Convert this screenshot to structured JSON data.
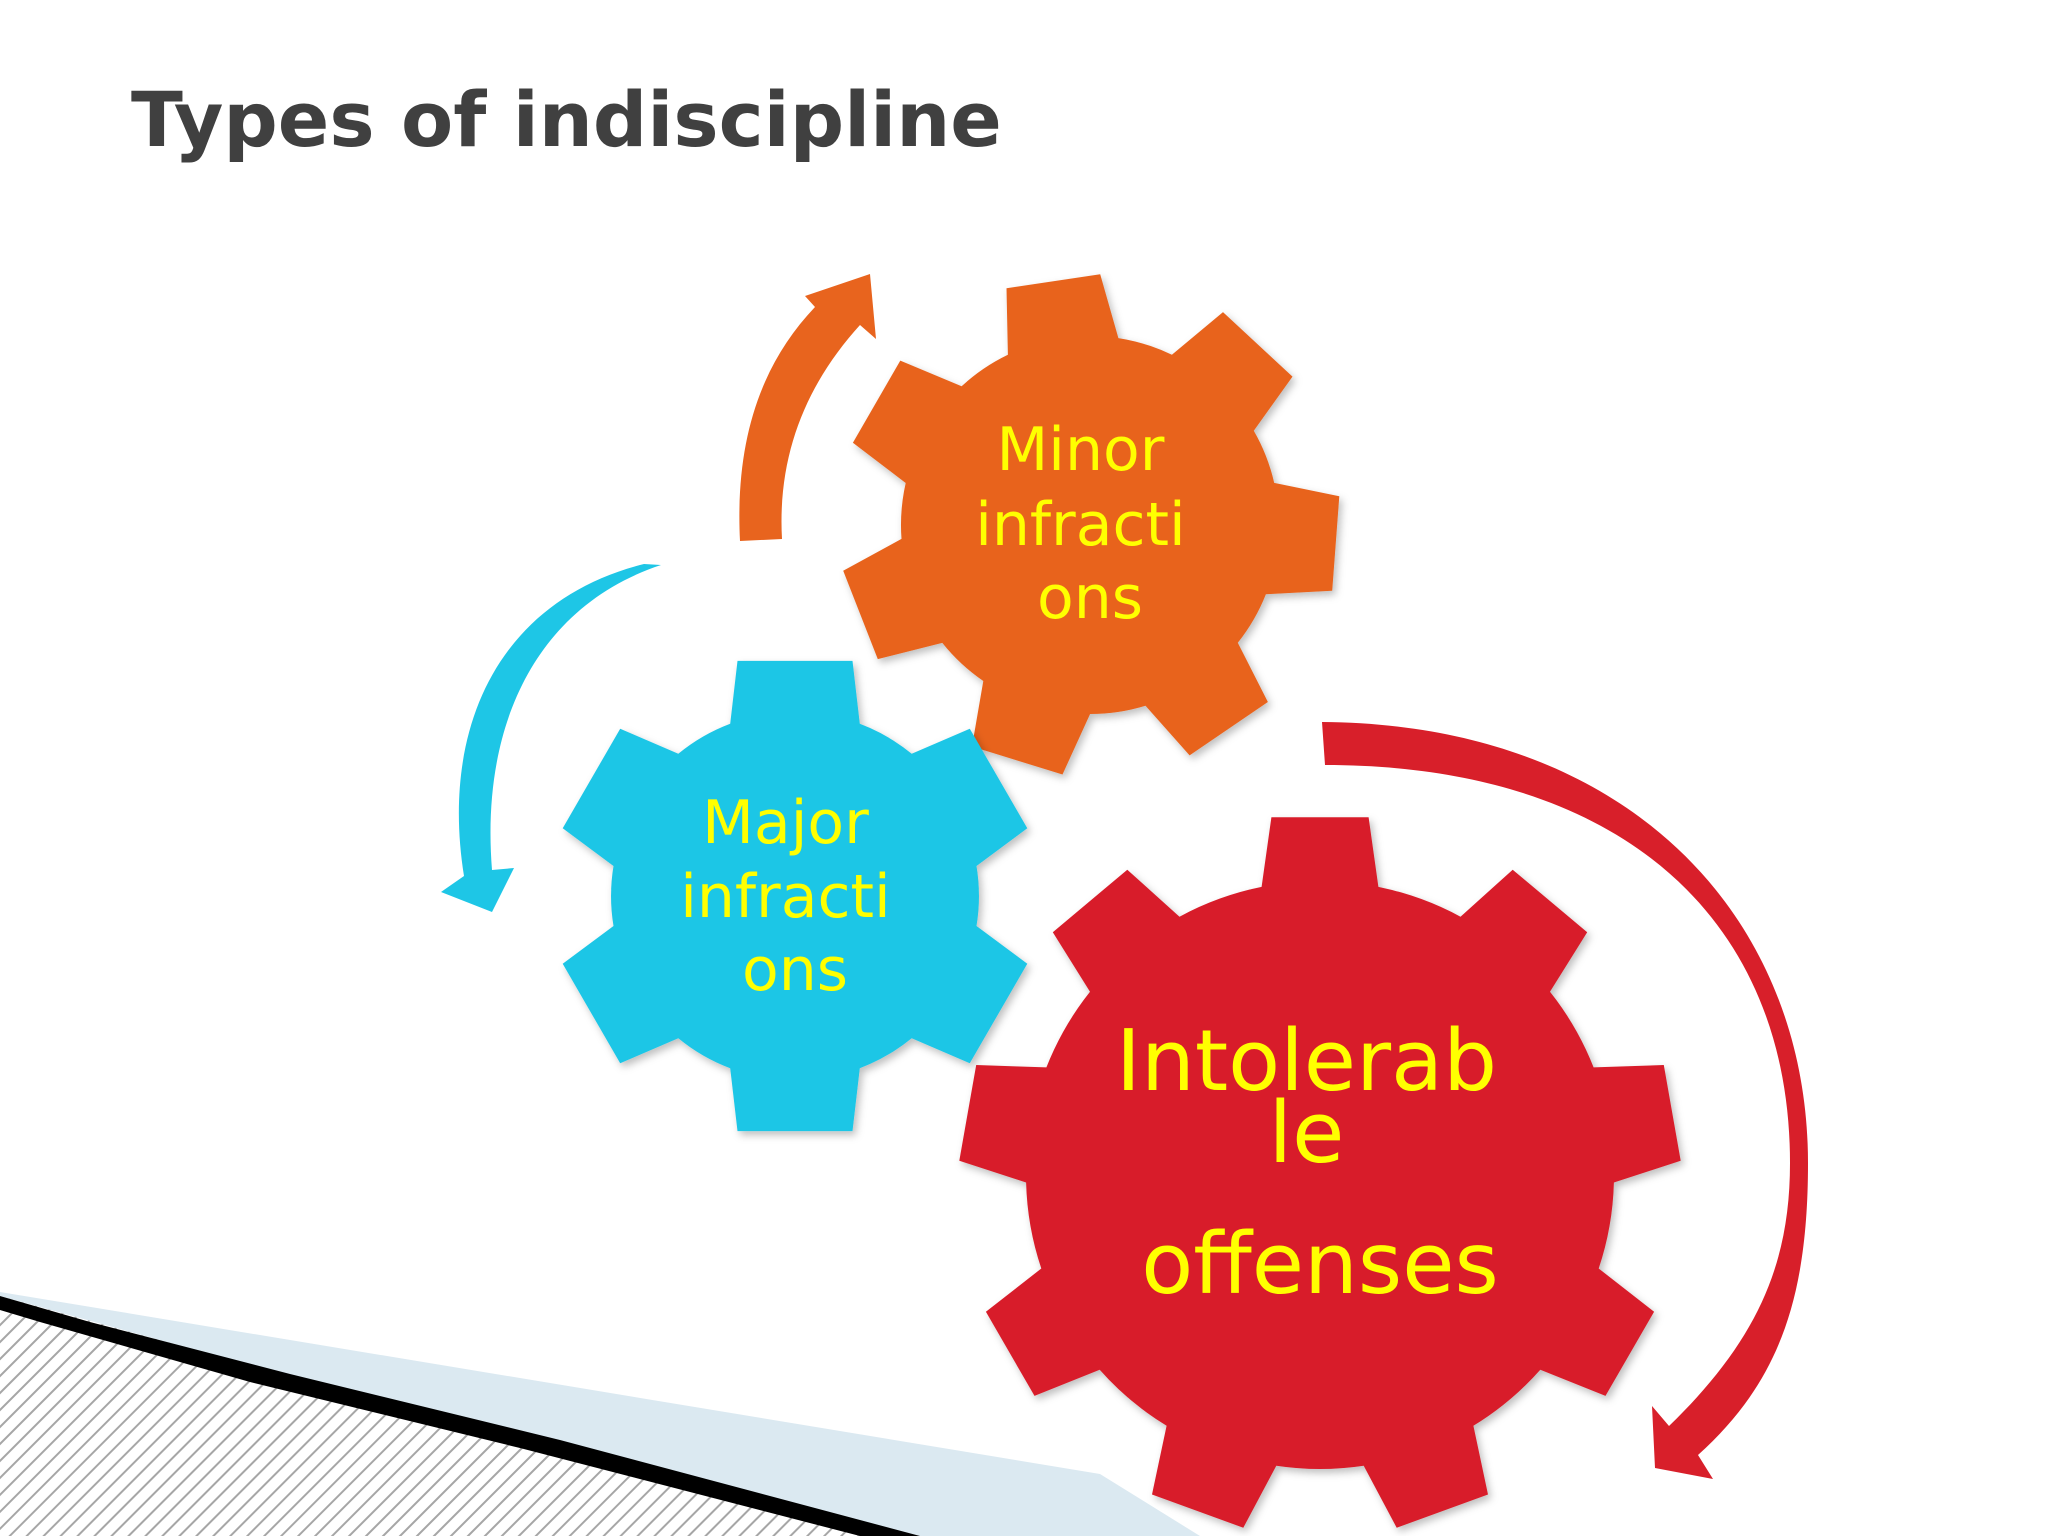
{
  "slide": {
    "title": "Types of indiscipline"
  },
  "gears": [
    {
      "id": "minor",
      "lines": [
        "Minor",
        "infracti",
        "ons"
      ],
      "fill": "#e8641e",
      "text_color": "#ffff00"
    },
    {
      "id": "major",
      "lines": [
        "Major",
        "infracti",
        "ons"
      ],
      "fill": "#1ec6e6",
      "text_color": "#ffff00"
    },
    {
      "id": "intolerable",
      "lines": [
        "Intolerab",
        "le",
        "offenses"
      ],
      "fill": "#d81f2a",
      "text_color": "#ffff00"
    }
  ],
  "arrows": [
    {
      "id": "orange-arrow",
      "color": "#e8641e"
    },
    {
      "id": "blue-arrow",
      "color": "#1ec6e6"
    },
    {
      "id": "red-arrow",
      "color": "#d81f2a"
    }
  ],
  "decoration": {
    "stripe_light": "#dbe9f1",
    "stripe_dark": "#000000",
    "hatch_color": "#a6a6a6"
  }
}
